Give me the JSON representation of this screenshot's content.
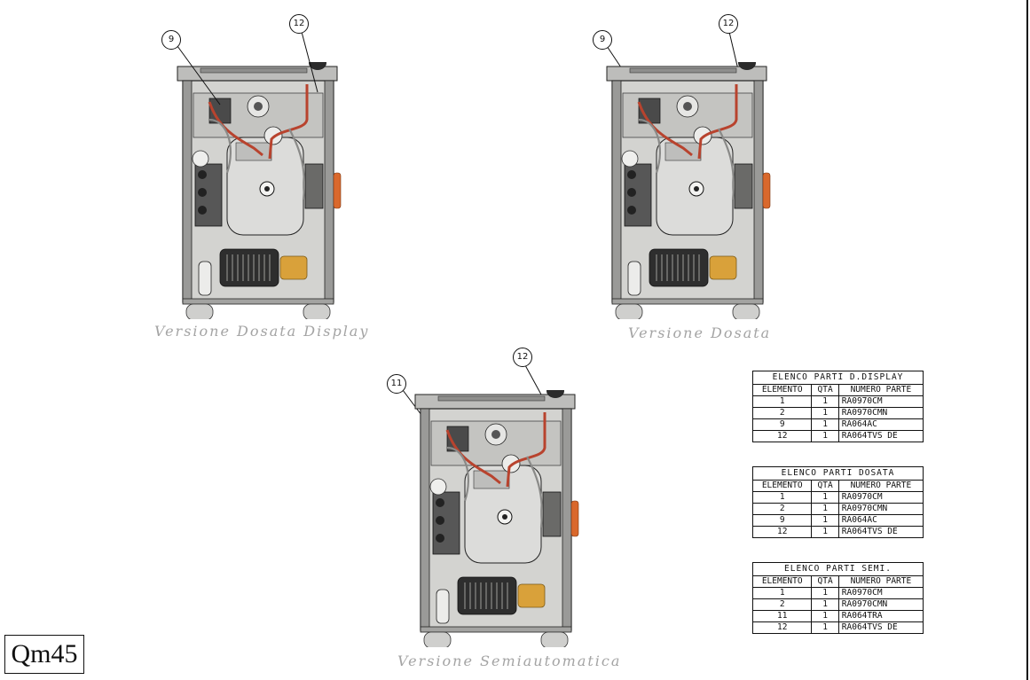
{
  "model": "Qm45",
  "views": [
    {
      "caption": "Versione Dosata Display",
      "balloons": [
        "9",
        "12"
      ]
    },
    {
      "caption": "Versione Dosata",
      "balloons": [
        "9",
        "12"
      ]
    },
    {
      "caption": "Versione Semiautomatica",
      "balloons": [
        "11",
        "12"
      ]
    }
  ],
  "tables": [
    {
      "title": "ELENCO PARTI D.DISPLAY",
      "headers": [
        "ELEMENTO",
        "QTÀ",
        "NUMERO PARTE"
      ],
      "rows": [
        [
          "1",
          "1",
          "RA0970CM"
        ],
        [
          "2",
          "1",
          "RA0970CMN"
        ],
        [
          "9",
          "1",
          "RA064AC"
        ],
        [
          "12",
          "1",
          "RA064TVS DE"
        ]
      ]
    },
    {
      "title": "ELENCO PARTI DOSATA",
      "headers": [
        "ELEMENTO",
        "QTÀ",
        "NUMERO PARTE"
      ],
      "rows": [
        [
          "1",
          "1",
          "RA0970CM"
        ],
        [
          "2",
          "1",
          "RA0970CMN"
        ],
        [
          "9",
          "1",
          "RA064AC"
        ],
        [
          "12",
          "1",
          "RA064TVS DE"
        ]
      ]
    },
    {
      "title": "ELENCO PARTI SEMI.",
      "headers": [
        "ELEMENTO",
        "QTÀ",
        "NUMERO PARTE"
      ],
      "rows": [
        [
          "1",
          "1",
          "RA0970CM"
        ],
        [
          "2",
          "1",
          "RA0970CMN"
        ],
        [
          "11",
          "1",
          "RA064TRA"
        ],
        [
          "12",
          "1",
          "RA064TVS DE"
        ]
      ]
    }
  ],
  "colors": {
    "frame": "#c9c9c6",
    "frame_dark": "#3a3a3a",
    "boiler": "#d6d6d4",
    "copper_pipe": "#b8432e",
    "brass": "#d9a13a",
    "orange_part": "#d9682c",
    "caption": "#a4a4a4"
  }
}
